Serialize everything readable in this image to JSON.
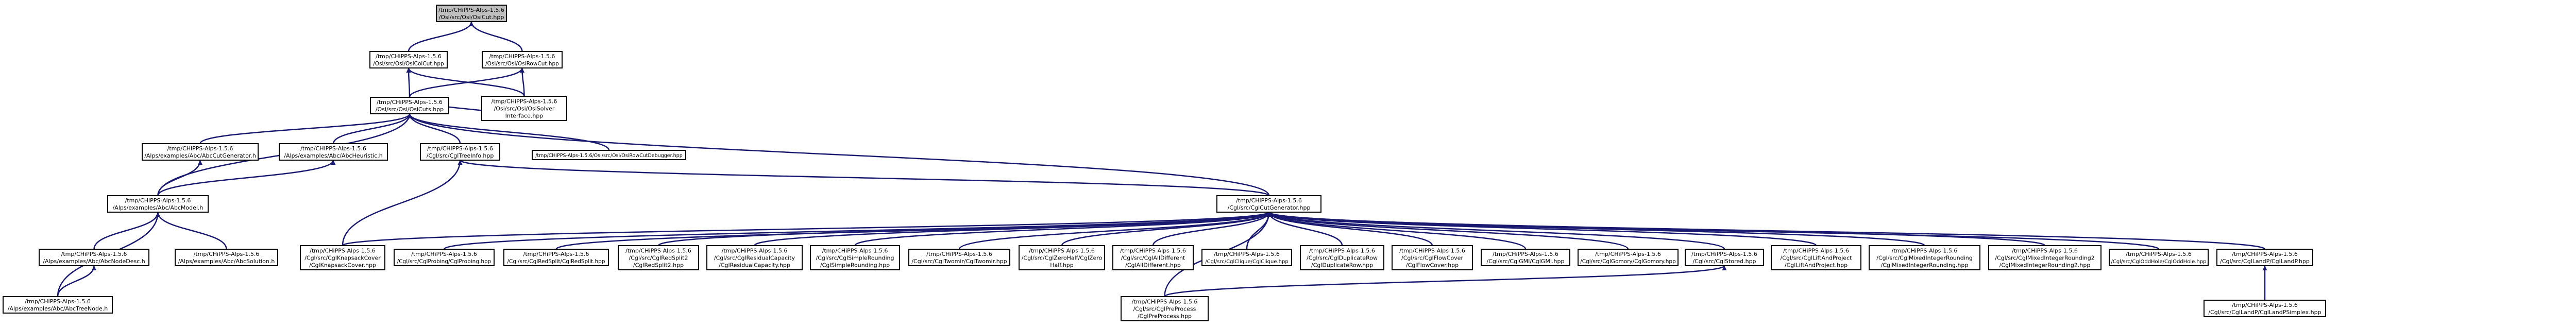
{
  "diagram": {
    "type": "include-dependency-graph",
    "edge_color": "#191970",
    "root_fill": "#bfbfbf",
    "nodes": [
      {
        "id": "osi_cut",
        "lines": [
          "/tmp/CHiPPS-Alps-1.5.6",
          "/Osi/src/Osi/OsiCut.hpp"
        ],
        "root": true
      },
      {
        "id": "osi_col_cut",
        "lines": [
          "/tmp/CHiPPS-Alps-1.5.6",
          "/Osi/src/Osi/OsiColCut.hpp"
        ]
      },
      {
        "id": "osi_row_cut",
        "lines": [
          "/tmp/CHiPPS-Alps-1.5.6",
          "/Osi/src/Osi/OsiRowCut.hpp"
        ]
      },
      {
        "id": "osi_cuts",
        "lines": [
          "/tmp/CHiPPS-Alps-1.5.6",
          "/Osi/src/Osi/OsiCuts.hpp"
        ]
      },
      {
        "id": "osi_solver_interface",
        "lines": [
          "/tmp/CHiPPS-Alps-1.5.6",
          "/Osi/src/Osi/OsiSolver",
          "Interface.hpp"
        ]
      },
      {
        "id": "abc_cut_generator",
        "lines": [
          "/tmp/CHiPPS-Alps-1.5.6",
          "/Alps/examples/Abc/AbcCutGenerator.h"
        ]
      },
      {
        "id": "abc_heuristic",
        "lines": [
          "/tmp/CHiPPS-Alps-1.5.6",
          "/Alps/examples/Abc/AbcHeuristic.h"
        ]
      },
      {
        "id": "cgl_treeinfo",
        "lines": [
          "/tmp/CHiPPS-Alps-1.5.6",
          "/Cgl/src/CglTreeInfo.hpp"
        ]
      },
      {
        "id": "osi_row_cut_debugger",
        "lines": [
          "/tmp/CHiPPS-Alps-1.5.6/Osi/src/Osi/OsiRowCutDebugger.hpp"
        ]
      },
      {
        "id": "abc_model",
        "lines": [
          "/tmp/CHiPPS-Alps-1.5.6",
          "/Alps/examples/Abc/AbcModel.h"
        ]
      },
      {
        "id": "cgl_cut_generator",
        "lines": [
          "/tmp/CHiPPS-Alps-1.5.6",
          "/Cgl/src/CglCutGenerator.hpp"
        ]
      },
      {
        "id": "abc_node_desc",
        "lines": [
          "/tmp/CHiPPS-Alps-1.5.6",
          "/Alps/examples/Abc/AbcNodeDesc.h"
        ]
      },
      {
        "id": "abc_solution",
        "lines": [
          "/tmp/CHiPPS-Alps-1.5.6",
          "/Alps/examples/Abc/AbcSolution.h"
        ]
      },
      {
        "id": "abc_tree_node",
        "lines": [
          "/tmp/CHiPPS-Alps-1.5.6",
          "/Alps/examples/Abc/AbcTreeNode.h"
        ]
      },
      {
        "id": "cgl_knapsack_cover",
        "lines": [
          "/tmp/CHiPPS-Alps-1.5.6",
          "/Cgl/src/CglKnapsackCover",
          "/CglKnapsackCover.hpp"
        ]
      },
      {
        "id": "cgl_probing",
        "lines": [
          "/tmp/CHiPPS-Alps-1.5.6",
          "/Cgl/src/CglProbing/CglProbing.hpp"
        ]
      },
      {
        "id": "cgl_red_split",
        "lines": [
          "/tmp/CHiPPS-Alps-1.5.6",
          "/Cgl/src/CglRedSplit/CglRedSplit.hpp"
        ]
      },
      {
        "id": "cgl_red_split2",
        "lines": [
          "/tmp/CHiPPS-Alps-1.5.6",
          "/Cgl/src/CglRedSplit2",
          "/CglRedSplit2.hpp"
        ]
      },
      {
        "id": "cgl_residual_capacity",
        "lines": [
          "/tmp/CHiPPS-Alps-1.5.6",
          "/Cgl/src/CglResidualCapacity",
          "/CglResidualCapacity.hpp"
        ]
      },
      {
        "id": "cgl_simple_rounding",
        "lines": [
          "/tmp/CHiPPS-Alps-1.5.6",
          "/Cgl/src/CglSimpleRounding",
          "/CglSimpleRounding.hpp"
        ]
      },
      {
        "id": "cgl_twomir",
        "lines": [
          "/tmp/CHiPPS-Alps-1.5.6",
          "/Cgl/src/CglTwomir/CglTwomir.hpp"
        ]
      },
      {
        "id": "cgl_zero_half",
        "lines": [
          "/tmp/CHiPPS-Alps-1.5.6",
          "/Cgl/src/CglZeroHalf/CglZero",
          "Half.hpp"
        ]
      },
      {
        "id": "cgl_all_different",
        "lines": [
          "/tmp/CHiPPS-Alps-1.5.6",
          "/Cgl/src/CglAllDifferent",
          "/CglAllDifferent.hpp"
        ]
      },
      {
        "id": "cgl_clique",
        "lines": [
          "/tmp/CHiPPS-Alps-1.5.6",
          "/Cgl/src/CglClique/CglClique.hpp"
        ]
      },
      {
        "id": "cgl_duplicate_row",
        "lines": [
          "/tmp/CHiPPS-Alps-1.5.6",
          "/Cgl/src/CglDuplicateRow",
          "/CglDuplicateRow.hpp"
        ]
      },
      {
        "id": "cgl_flow_cover",
        "lines": [
          "/tmp/CHiPPS-Alps-1.5.6",
          "/Cgl/src/CglFlowCover",
          "/CglFlowCover.hpp"
        ]
      },
      {
        "id": "cgl_gmi",
        "lines": [
          "/tmp/CHiPPS-Alps-1.5.6",
          "/Cgl/src/CglGMI/CglGMI.hpp"
        ]
      },
      {
        "id": "cgl_gomory",
        "lines": [
          "/tmp/CHiPPS-Alps-1.5.6",
          "/Cgl/src/CglGomory/CglGomory.hpp"
        ]
      },
      {
        "id": "cgl_lift_and_project",
        "lines": [
          "/tmp/CHiPPS-Alps-1.5.6",
          "/Cgl/src/CglLiftAndProject",
          "/CglLiftAndProject.hpp"
        ]
      },
      {
        "id": "cgl_mixed_integer_rounding",
        "lines": [
          "/tmp/CHiPPS-Alps-1.5.6",
          "/Cgl/src/CglMixedIntegerRounding",
          "/CglMixedIntegerRounding.hpp"
        ]
      },
      {
        "id": "cgl_mixed_integer_rounding2",
        "lines": [
          "/tmp/CHiPPS-Alps-1.5.6",
          "/Cgl/src/CglMixedIntegerRounding2",
          "/CglMixedIntegerRounding2.hpp"
        ]
      },
      {
        "id": "cgl_odd_hole",
        "lines": [
          "/tmp/CHiPPS-Alps-1.5.6",
          "/Cgl/src/CglOddHole/CglOddHole.hpp"
        ]
      },
      {
        "id": "cgl_land_p",
        "lines": [
          "/tmp/CHiPPS-Alps-1.5.6",
          "/Cgl/src/CglLandP/CglLandP.hpp"
        ]
      },
      {
        "id": "cgl_preprocess",
        "lines": [
          "/tmp/CHiPPS-Alps-1.5.6",
          "/Cgl/src/CglPreProcess",
          "/CglPreProcess.hpp"
        ]
      },
      {
        "id": "cgl_land_p_simplex",
        "lines": [
          "/tmp/CHiPPS-Alps-1.5.6",
          "/Cgl/src/CglLandP/CglLandPSimplex.hpp"
        ]
      },
      {
        "id": "cgl_stored",
        "lines": [
          "/tmp/CHiPPS-Alps-1.5.6",
          "/Cgl/src/CglStored.hpp"
        ]
      }
    ],
    "edges": [
      [
        "osi_cut",
        "osi_col_cut"
      ],
      [
        "osi_cut",
        "osi_row_cut"
      ],
      [
        "osi_col_cut",
        "osi_cuts"
      ],
      [
        "osi_col_cut",
        "osi_solver_interface"
      ],
      [
        "osi_row_cut",
        "osi_cuts"
      ],
      [
        "osi_row_cut",
        "osi_solver_interface"
      ],
      [
        "osi_cuts",
        "osi_solver_interface"
      ],
      [
        "osi_cuts",
        "abc_cut_generator"
      ],
      [
        "osi_cuts",
        "abc_heuristic"
      ],
      [
        "osi_cuts",
        "cgl_treeinfo"
      ],
      [
        "osi_cuts",
        "osi_row_cut_debugger"
      ],
      [
        "osi_cuts",
        "abc_model"
      ],
      [
        "osi_cuts",
        "cgl_cut_generator"
      ],
      [
        "abc_cut_generator",
        "abc_model"
      ],
      [
        "abc_heuristic",
        "abc_model"
      ],
      [
        "cgl_treeinfo",
        "cgl_cut_generator"
      ],
      [
        "cgl_treeinfo",
        "cgl_knapsack_cover"
      ],
      [
        "abc_model",
        "abc_node_desc"
      ],
      [
        "abc_model",
        "abc_solution"
      ],
      [
        "abc_model",
        "abc_tree_node"
      ],
      [
        "abc_node_desc",
        "abc_tree_node"
      ],
      [
        "cgl_cut_generator",
        "cgl_knapsack_cover"
      ],
      [
        "cgl_cut_generator",
        "cgl_probing"
      ],
      [
        "cgl_cut_generator",
        "cgl_red_split"
      ],
      [
        "cgl_cut_generator",
        "cgl_red_split2"
      ],
      [
        "cgl_cut_generator",
        "cgl_residual_capacity"
      ],
      [
        "cgl_cut_generator",
        "cgl_simple_rounding"
      ],
      [
        "cgl_cut_generator",
        "cgl_twomir"
      ],
      [
        "cgl_cut_generator",
        "cgl_zero_half"
      ],
      [
        "cgl_cut_generator",
        "cgl_all_different"
      ],
      [
        "cgl_cut_generator",
        "cgl_clique"
      ],
      [
        "cgl_cut_generator",
        "cgl_duplicate_row"
      ],
      [
        "cgl_cut_generator",
        "cgl_flow_cover"
      ],
      [
        "cgl_cut_generator",
        "cgl_gmi"
      ],
      [
        "cgl_cut_generator",
        "cgl_gomory"
      ],
      [
        "cgl_cut_generator",
        "cgl_stored"
      ],
      [
        "cgl_cut_generator",
        "cgl_lift_and_project"
      ],
      [
        "cgl_cut_generator",
        "cgl_mixed_integer_rounding"
      ],
      [
        "cgl_cut_generator",
        "cgl_mixed_integer_rounding2"
      ],
      [
        "cgl_cut_generator",
        "cgl_odd_hole"
      ],
      [
        "cgl_cut_generator",
        "cgl_land_p"
      ],
      [
        "cgl_cut_generator",
        "cgl_preprocess"
      ],
      [
        "cgl_stored",
        "cgl_preprocess"
      ],
      [
        "cgl_land_p",
        "cgl_land_p_simplex"
      ]
    ]
  }
}
